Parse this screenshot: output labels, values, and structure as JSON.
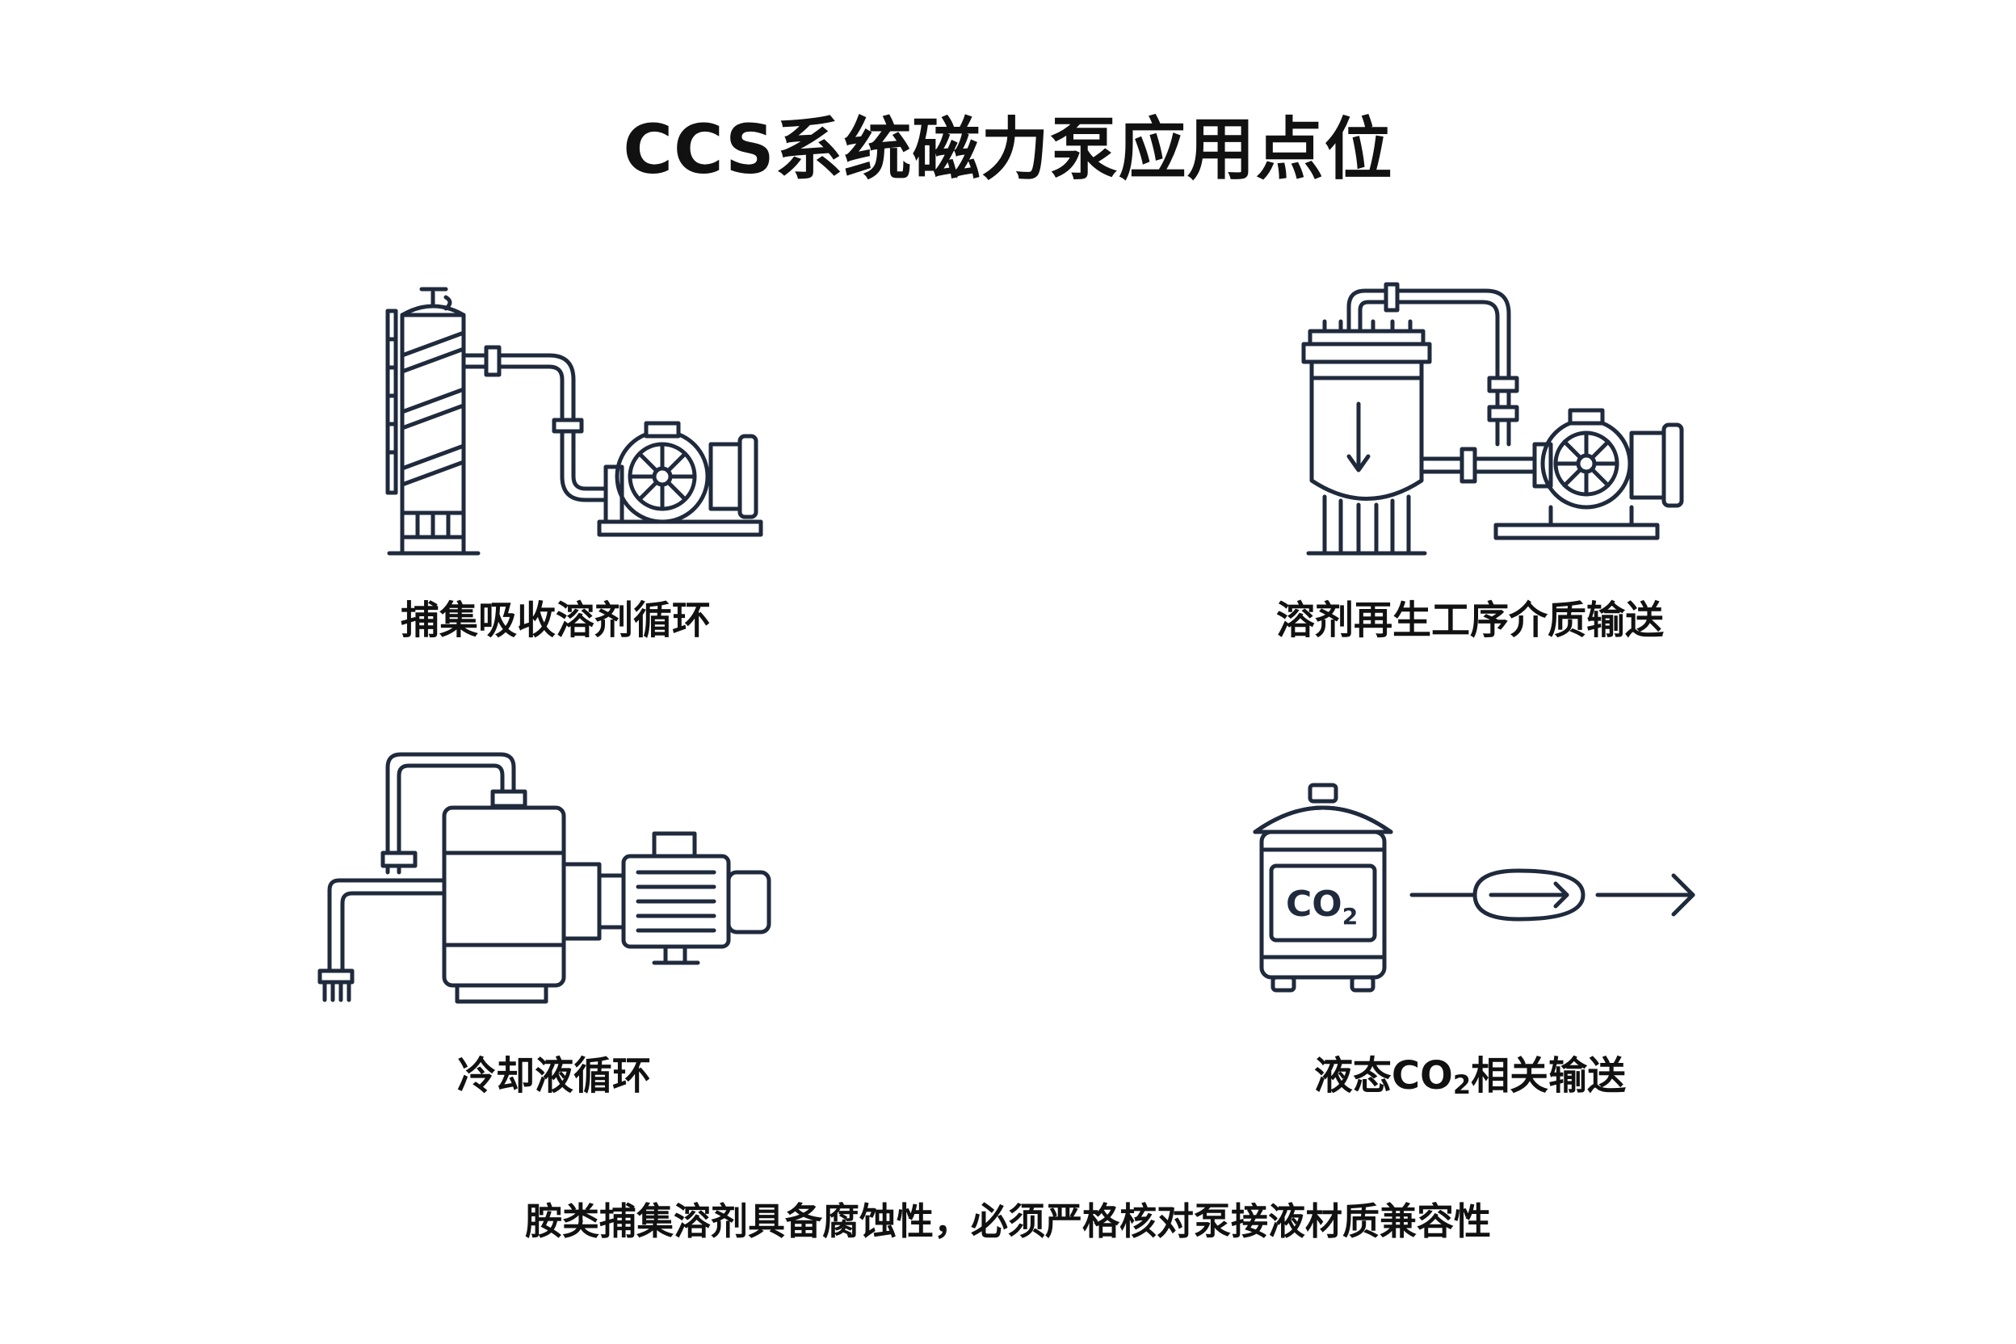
{
  "title": "CCS系统磁力泵应用点位",
  "items": [
    {
      "label": "捕集吸收溶剂循环",
      "icon": "absorber-column-pump-icon"
    },
    {
      "label": "溶剂再生工序介质输送",
      "icon": "regenerator-vessel-pump-icon"
    },
    {
      "label": "冷却液循环",
      "icon": "cooling-pump-motor-icon"
    },
    {
      "label_main": "液态CO",
      "label_sub": "2",
      "label_rest": "相关输送",
      "icon": "co2-tank-flow-icon"
    }
  ],
  "tank_text": {
    "main": "CO",
    "sub": "2"
  },
  "note": "胺类捕集溶剂具备腐蚀性，必须严格核对泵接液材质兼容性",
  "colors": {
    "stroke": "#1f2a3c",
    "text": "#111111",
    "background": "#ffffff"
  }
}
